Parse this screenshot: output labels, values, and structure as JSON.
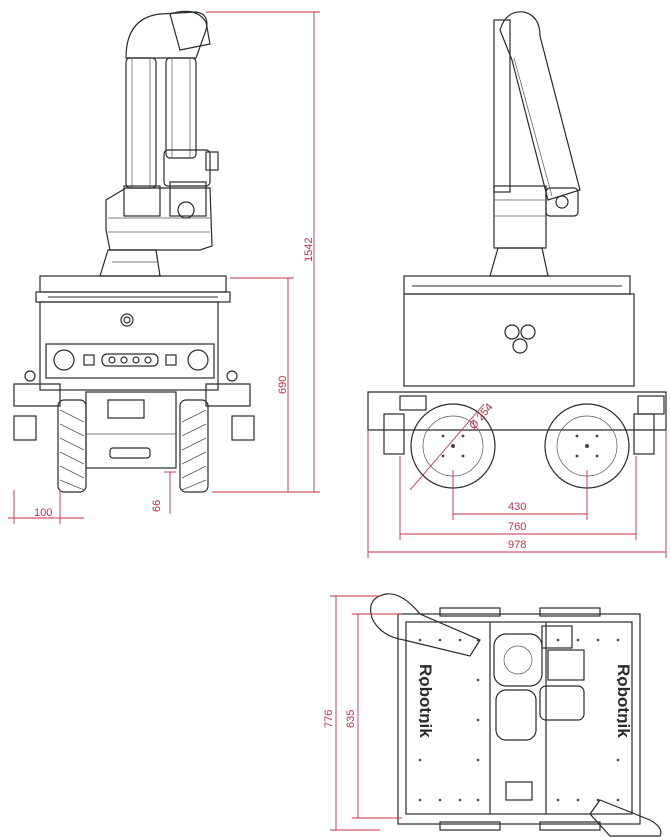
{
  "colors": {
    "line": "#2a2a2a",
    "dimension": "#c03043",
    "background": "#ffffff"
  },
  "front_view": {
    "dims": {
      "height_total": "1542",
      "height_base": "690",
      "ground_clearance": "66",
      "wheel_offset": "100"
    }
  },
  "side_view": {
    "dims": {
      "wheel_diameter": "Ø 254",
      "wheel_spacing": "430",
      "track_width": "760",
      "total_width": "978"
    }
  },
  "top_view": {
    "dims": {
      "length_total": "776",
      "length_base": "635"
    },
    "logo_left": "Robotnik",
    "logo_right": "Robotnik"
  }
}
